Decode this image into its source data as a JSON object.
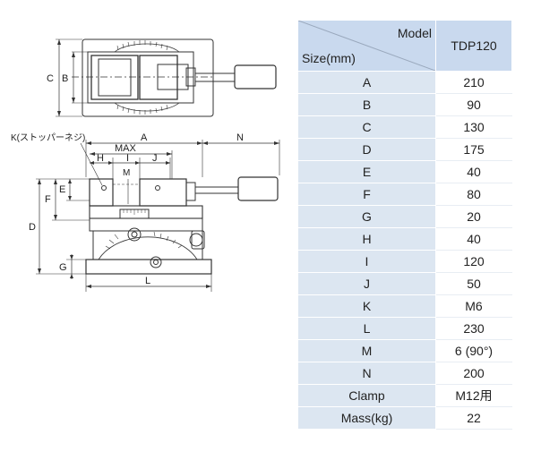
{
  "drawing": {
    "labels": {
      "a": "A",
      "b": "B",
      "c": "C",
      "d": "D",
      "e": "E",
      "f": "F",
      "g": "G",
      "h": "H",
      "i": "I",
      "j": "J",
      "l": "L",
      "m": "M",
      "n": "N",
      "max": "MAX",
      "k_note": "K(ストッパーネジ)"
    }
  },
  "table": {
    "header_model": "Model",
    "header_size": "Size(mm)",
    "model_name": "TDP120",
    "rows": [
      {
        "label": "A",
        "value": "210"
      },
      {
        "label": "B",
        "value": "90"
      },
      {
        "label": "C",
        "value": "130"
      },
      {
        "label": "D",
        "value": "175"
      },
      {
        "label": "E",
        "value": "40"
      },
      {
        "label": "F",
        "value": "80"
      },
      {
        "label": "G",
        "value": "20"
      },
      {
        "label": "H",
        "value": "40"
      },
      {
        "label": "I",
        "value": "120"
      },
      {
        "label": "J",
        "value": "50"
      },
      {
        "label": "K",
        "value": "M6"
      },
      {
        "label": "L",
        "value": "230"
      },
      {
        "label": "M",
        "value": "6 (90°)"
      },
      {
        "label": "N",
        "value": "200"
      },
      {
        "label": "Clamp",
        "value": "M12用"
      },
      {
        "label": "Mass(kg)",
        "value": "22"
      }
    ]
  }
}
